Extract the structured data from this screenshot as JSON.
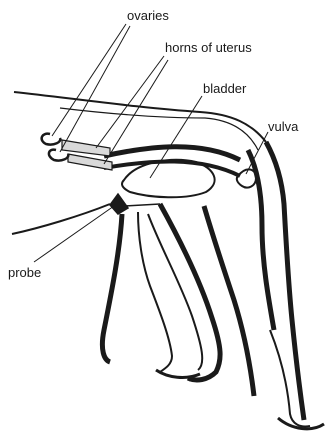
{
  "labels": {
    "ovaries": "ovaries",
    "horns_of_uterus": "horns of uterus",
    "bladder": "bladder",
    "vulva": "vulva",
    "probe": "probe"
  },
  "colors": {
    "ink": "#1a1a1a",
    "uterus_fill": "#d9d9d9",
    "background": "#ffffff"
  }
}
